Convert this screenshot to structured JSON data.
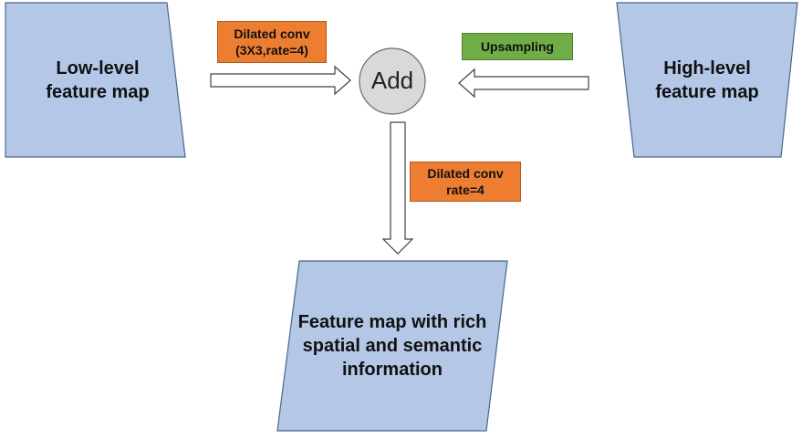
{
  "nodes": {
    "low_level": {
      "line1": "Low-level",
      "line2": "feature map"
    },
    "high_level": {
      "line1": "High-level",
      "line2": "feature map"
    },
    "add": {
      "label": "Add"
    },
    "output": {
      "line1": "Feature map with rich",
      "line2": "spatial and semantic",
      "line3": "information"
    }
  },
  "edge_labels": {
    "dilated_conv_left": {
      "line1": "Dilated conv",
      "line2": "(3X3,rate=4)"
    },
    "upsampling": {
      "label": "Upsampling"
    },
    "dilated_conv_down": {
      "line1": "Dilated conv",
      "line2": "rate=4"
    }
  },
  "colors": {
    "shape_fill": "#b4c7e7",
    "shape_stroke": "#4a6590",
    "add_fill": "#d9d9d9",
    "orange_tag": "#ed7d31",
    "green_tag": "#70ad47",
    "arrow_stroke": "#404040"
  }
}
